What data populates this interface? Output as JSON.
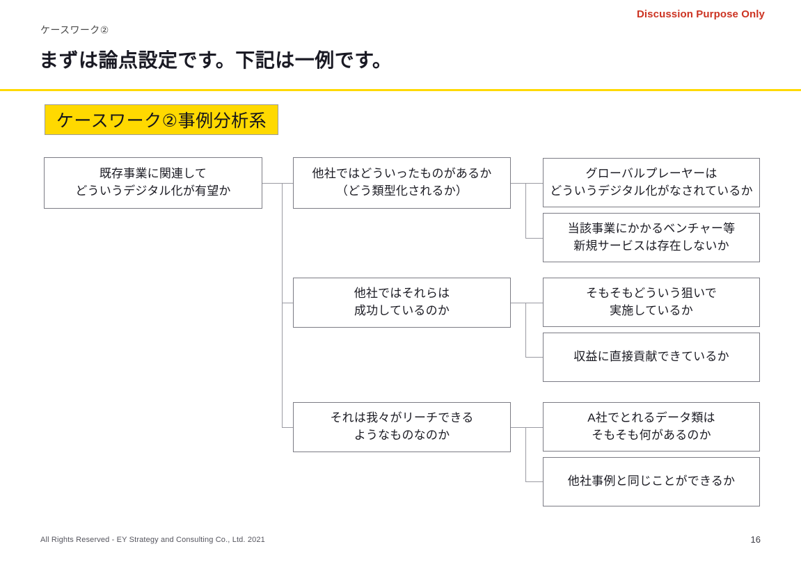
{
  "header": {
    "disclaimer": "Discussion Purpose Only",
    "kicker": "ケースワーク②",
    "title": "まずは論点設定です。下記は一例です。",
    "rule_color": "#ffd900"
  },
  "section_chip": {
    "label": "ケースワーク②事例分析系",
    "fill": "#ffd900",
    "border": "#9b9b9b"
  },
  "tree": {
    "level1": [
      {
        "id": "l1-a",
        "text": "既存事業に関連して\nどういうデジタル化が有望か"
      }
    ],
    "level2": [
      {
        "id": "l2-a",
        "text": "他社ではどういったものがあるか\n（どう類型化されるか）"
      },
      {
        "id": "l2-b",
        "text": "他社ではそれらは\n成功しているのか"
      },
      {
        "id": "l2-c",
        "text": "それは我々がリーチできる\nようなものなのか"
      }
    ],
    "level3": [
      {
        "id": "l3-a1",
        "text": "グローバルプレーヤーは\nどういうデジタル化がなされているか"
      },
      {
        "id": "l3-a2",
        "text": "当該事業にかかるベンチャー等\n新規サービスは存在しないか"
      },
      {
        "id": "l3-b1",
        "text": "そもそもどういう狙いで\n実施しているか"
      },
      {
        "id": "l3-b2",
        "text": "収益に直接貢献できているか"
      },
      {
        "id": "l3-c1",
        "text": "A社でとれるデータ類は\nそもそも何があるのか"
      },
      {
        "id": "l3-c2",
        "text": "他社事例と同じことができるか"
      }
    ],
    "connector_color": "#9a9aa2"
  },
  "footer": {
    "copyright": "All Rights Reserved - EY Strategy and Consulting Co., Ltd.  2021",
    "page_number": "16"
  }
}
